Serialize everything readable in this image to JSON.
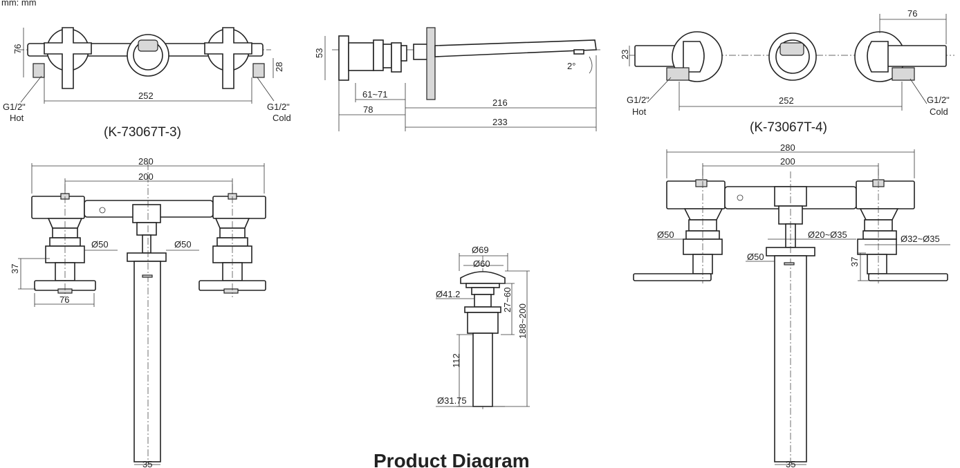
{
  "unit_label": "mm: mm",
  "diagram_title": "Product Diagram",
  "top_left": {
    "caption": "(K-73067T-3)",
    "dim_height": "76",
    "dim_right": "28",
    "dim_width": "252",
    "inlet_left": "G1/2ʺ",
    "inlet_left_label": "Hot",
    "inlet_right": "G1/2ʺ",
    "inlet_right_label": "Cold"
  },
  "spout_side": {
    "dim_height": "53",
    "dim_range": "61~71",
    "dim_body": "78",
    "dim_spout": "216",
    "dim_total": "233",
    "angle": "2°"
  },
  "top_right": {
    "caption": "(K-73067T-4)",
    "dim_top": "76",
    "dim_height": "23",
    "dim_width": "252",
    "inlet_left": "G1/2ʺ",
    "inlet_left_label": "Hot",
    "inlet_right": "G1/2ʺ",
    "inlet_right_label": "Cold"
  },
  "bottom_left": {
    "dim_overall": "280",
    "dim_centers": "200",
    "dia_left": "Ø50",
    "dia_right": "Ø50",
    "dim_height": "37",
    "dim_handle": "76",
    "dim_spout": "35"
  },
  "drain": {
    "dia_outer": "Ø69",
    "dia_cap": "Ø60",
    "dia_body": "Ø41.2",
    "dim_range": "27~60",
    "dim_total": "188~200",
    "dim_tail": "112",
    "dia_tail": "Ø31.75"
  },
  "bottom_right": {
    "dim_overall": "280",
    "dim_centers": "200",
    "dia_left": "Ø50",
    "dia_center": "Ø20~Ø35",
    "dia_right": "Ø32~Ø35",
    "dia_spout": "Ø50",
    "dim_height": "37",
    "dim_spout": "35"
  }
}
